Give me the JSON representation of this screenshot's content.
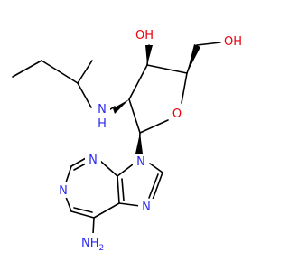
{
  "structure": {
    "atoms": {
      "oh_ring": {
        "text": "OH",
        "color": "#e8000b"
      },
      "oh_chain": {
        "text": "OH",
        "color": "#e8000b"
      },
      "o_ring": {
        "text": "O",
        "color": "#e8000b"
      },
      "n_amine": {
        "text": "N",
        "color": "#2a2af0"
      },
      "h_amine": {
        "text": "H",
        "color": "#2a2af0"
      },
      "n_nine": {
        "text": "N",
        "color": "#2a2af0"
      },
      "n_three": {
        "text": "N",
        "color": "#2a2af0"
      },
      "n_one": {
        "text": "N",
        "color": "#2a2af0"
      },
      "n_seven": {
        "text": "N",
        "color": "#2a2af0"
      },
      "nh2": {
        "text": "NH",
        "sub": "2",
        "color": "#2a2af0"
      }
    }
  }
}
